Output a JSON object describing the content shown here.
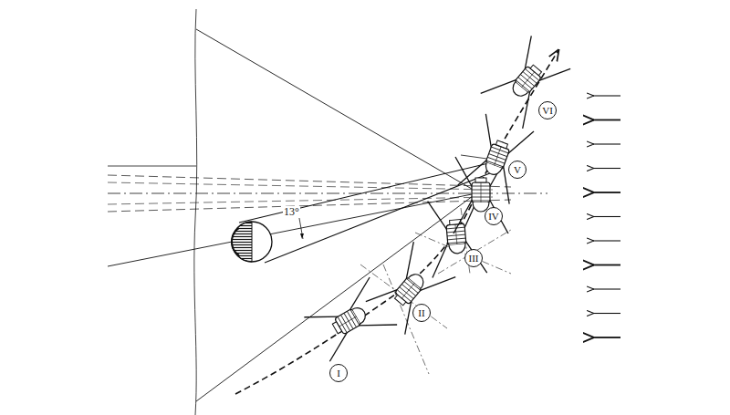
{
  "diagram": {
    "nodes": [
      {
        "text": [
          "I"
        ]
      },
      {
        "text": [
          "II"
        ]
      },
      {
        "text": [
          "III"
        ]
      },
      {
        "text": [
          "IV"
        ]
      },
      {
        "text": [
          "V"
        ]
      },
      {
        "text": [
          "VI"
        ]
      }
    ],
    "labels": [
      "13°"
    ]
  }
}
